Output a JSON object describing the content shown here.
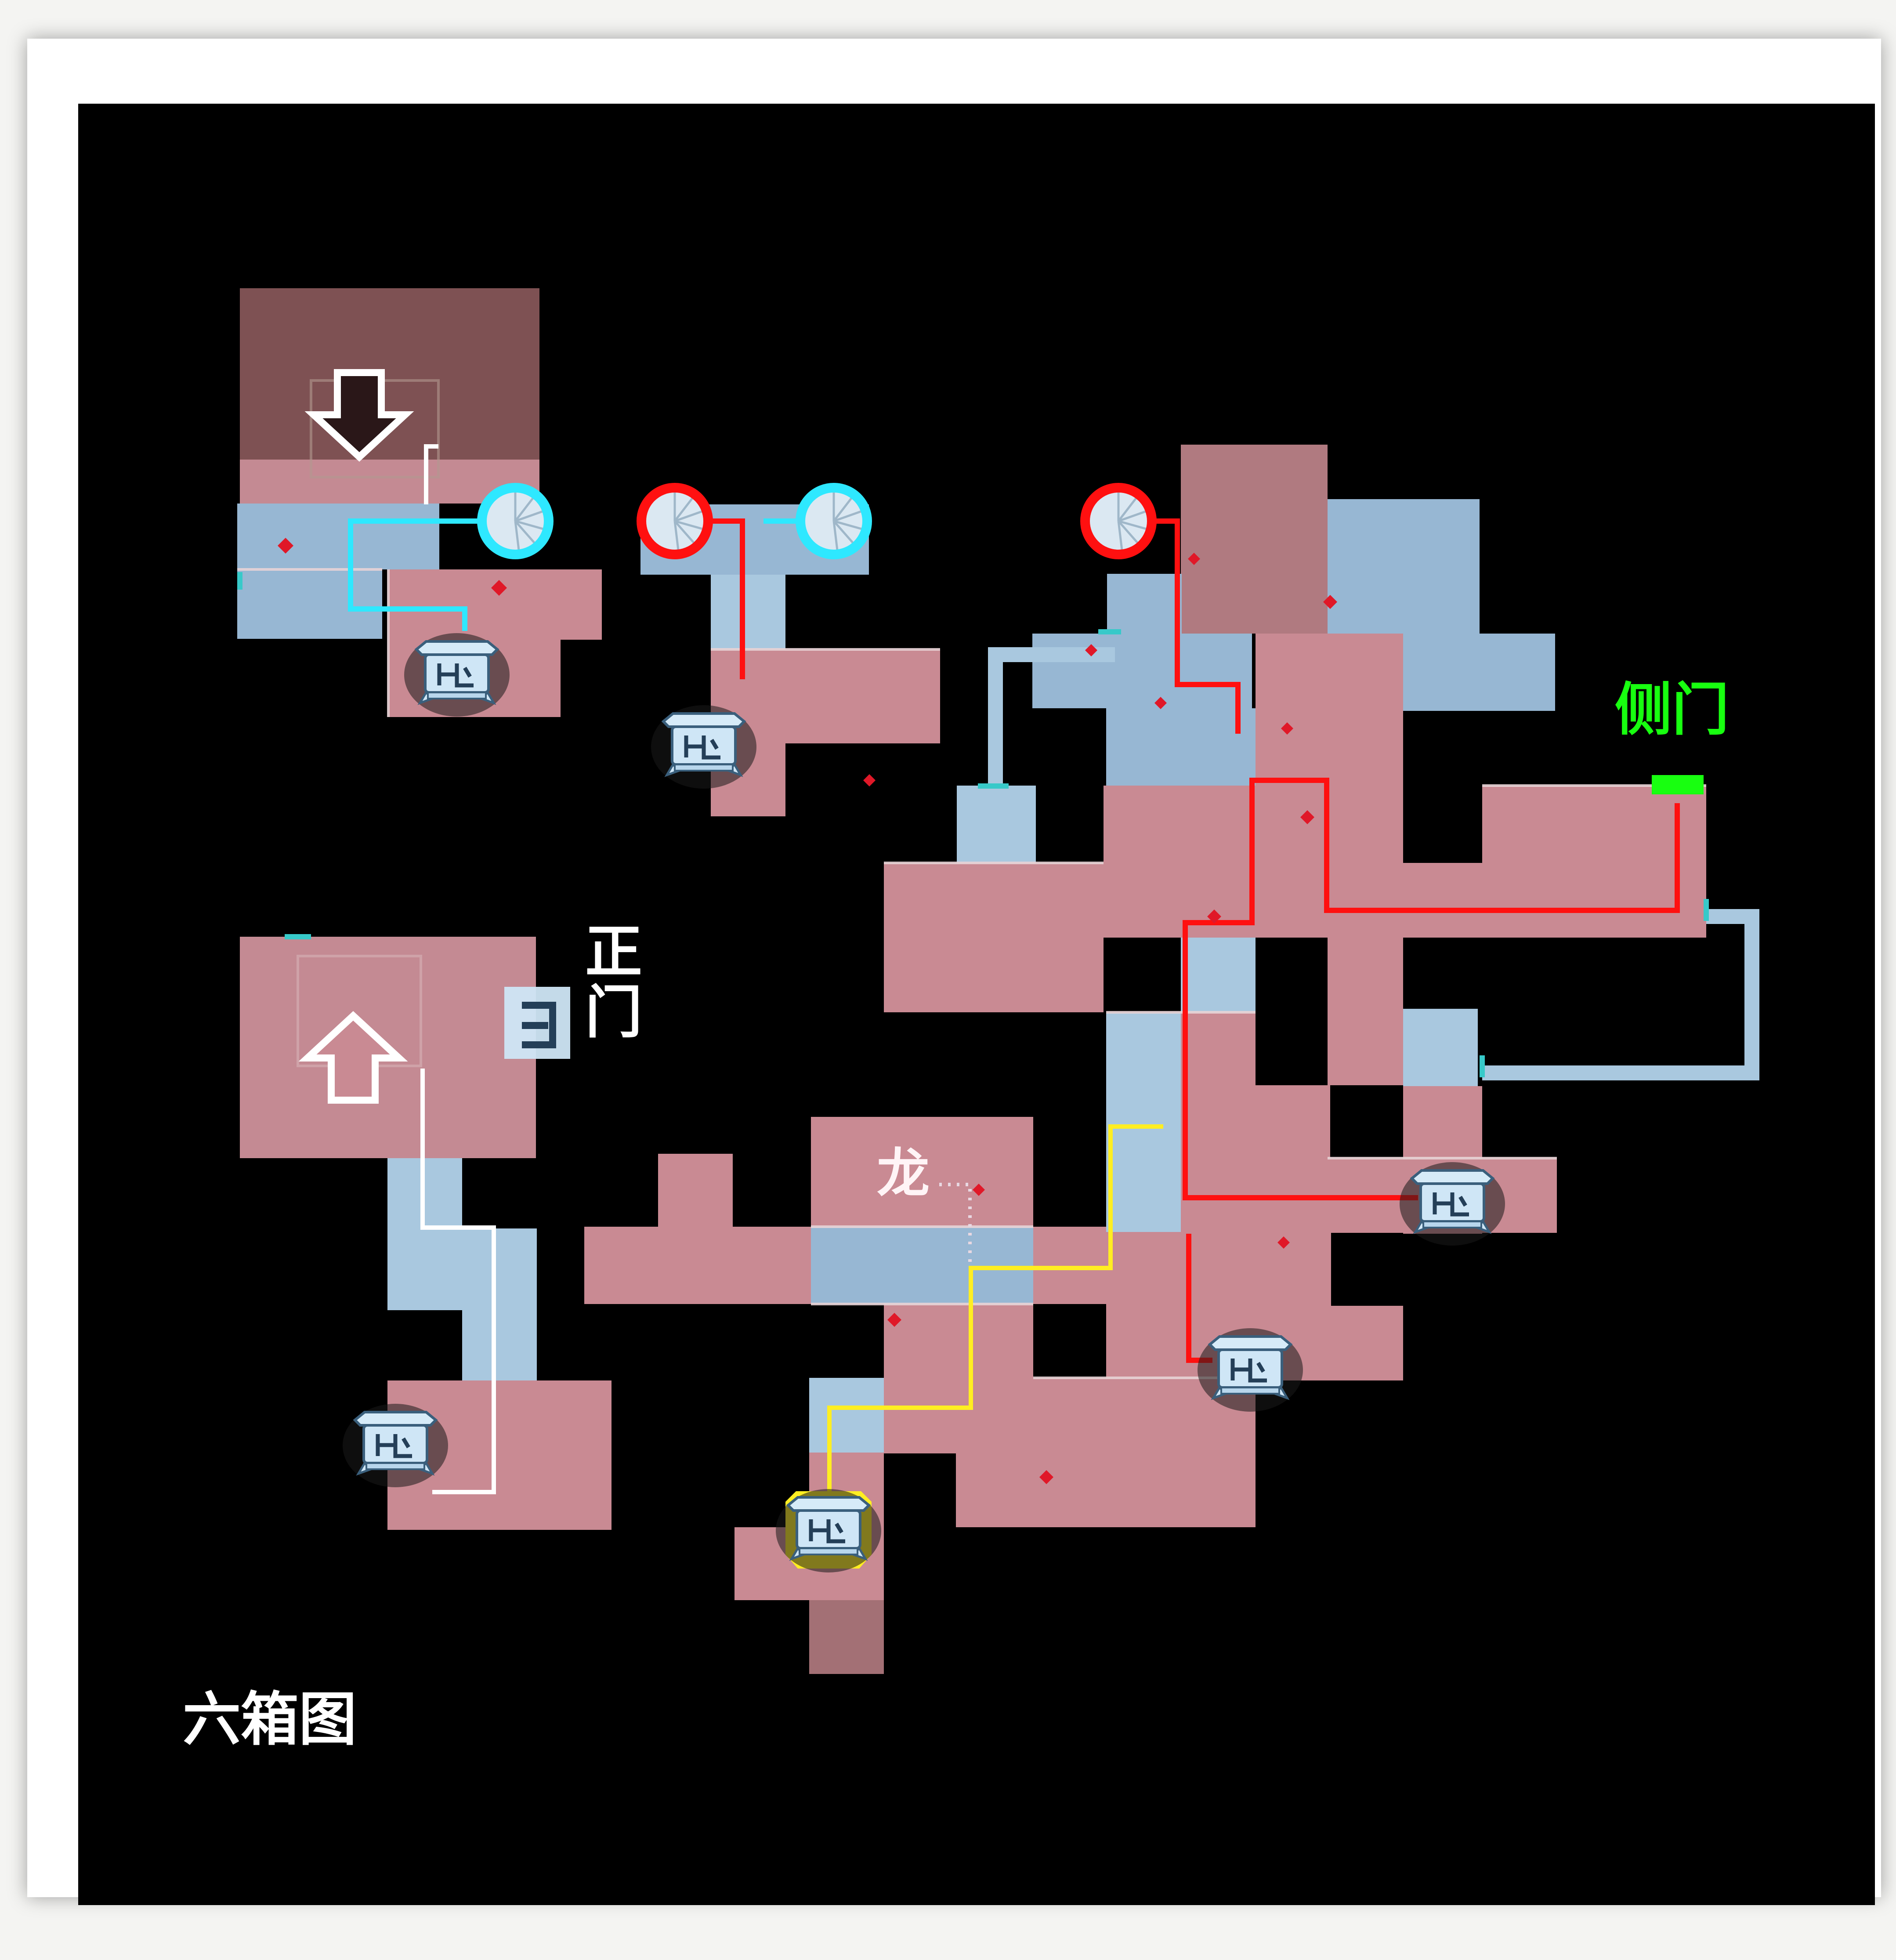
{
  "map": {
    "labels": {
      "title": "六箱图",
      "main_gate": "正门",
      "side_gate": "侧门",
      "dragon": "龙"
    },
    "colors": {
      "background": "#000000",
      "room_pink": "#c98a93",
      "room_dark": "#7e5153",
      "room_blue": "#97b7d3",
      "corridor_blue": "#a9c8df",
      "route_red": "#ff1010",
      "route_cyan": "#2ee8ff",
      "route_yellow": "#ffee22",
      "route_white": "#ffffff",
      "side_gate_green": "#18ff10",
      "enemy_marker": "#e01828",
      "chest": "#cfe6f6"
    },
    "icons": [
      "down-arrow-icon",
      "up-arrow-icon",
      "treasure-chest-icon",
      "spiral-staircase-icon",
      "door-icon"
    ],
    "chest_count": 6
  }
}
